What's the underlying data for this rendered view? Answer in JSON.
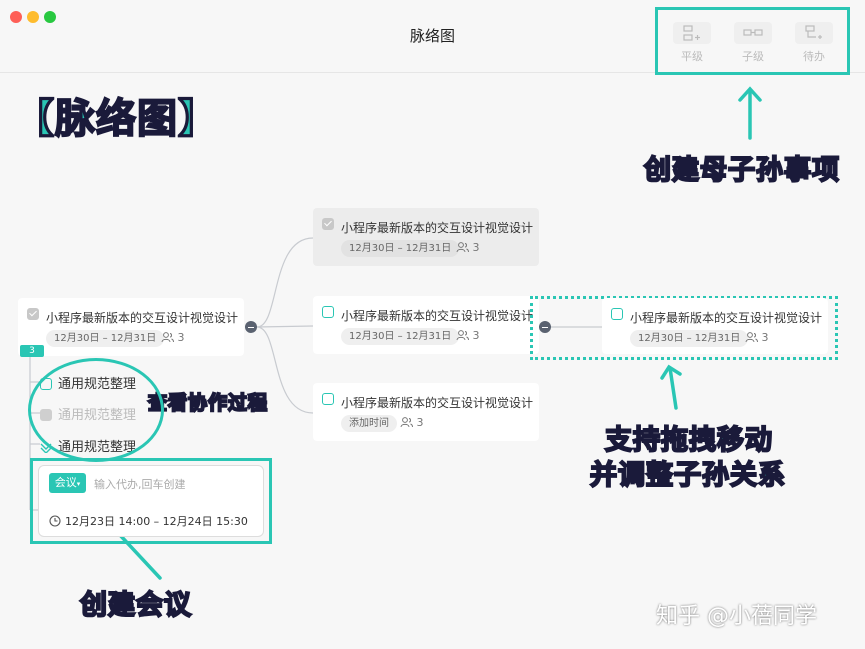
{
  "window": {
    "title": "脉络图"
  },
  "toolbar": {
    "items": [
      {
        "label": "平级"
      },
      {
        "label": "子级"
      },
      {
        "label": "待办"
      }
    ]
  },
  "annotations": {
    "header": "【脉络图】",
    "create_children": "创建母子孙事项",
    "view_collab": "查看协作过程",
    "drag_move_line1": "支持拖拽移动",
    "drag_move_line2": "并调整子孙关系",
    "create_meeting": "创建会议",
    "watermark": "知乎 @小蓓同学"
  },
  "root_card": {
    "title": "小程序最新版本的交互设计视觉设计",
    "date": "12月30日 – 12月31日",
    "people": "3",
    "badge": "3",
    "done": true
  },
  "subitems": [
    {
      "label": "通用规范整理",
      "done": false
    },
    {
      "label": "通用规范整理",
      "done": true
    },
    {
      "label": "通用规范整理",
      "done": false
    }
  ],
  "meeting": {
    "type_label": "会议",
    "placeholder": "输入代办,回车创建",
    "time": "12月23日 14:00  –  12月24日 15:30"
  },
  "branches": [
    {
      "title": "小程序最新版本的交互设计视觉设计",
      "date": "12月30日 – 12月31日",
      "people": "3",
      "done": true
    },
    {
      "title": "小程序最新版本的交互设计视觉设计",
      "date": "12月30日 – 12月31日",
      "people": "3",
      "done": false
    },
    {
      "title": "小程序最新版本的交互设计视觉设计",
      "date": "添加时间",
      "people": "3",
      "done": false
    }
  ],
  "child_card": {
    "title": "小程序最新版本的交互设计视觉设计",
    "date": "12月30日 – 12月31日",
    "people": "3",
    "done": false
  },
  "colors": {
    "accent": "#2ac6b4",
    "outline": "#1a1a3a"
  }
}
